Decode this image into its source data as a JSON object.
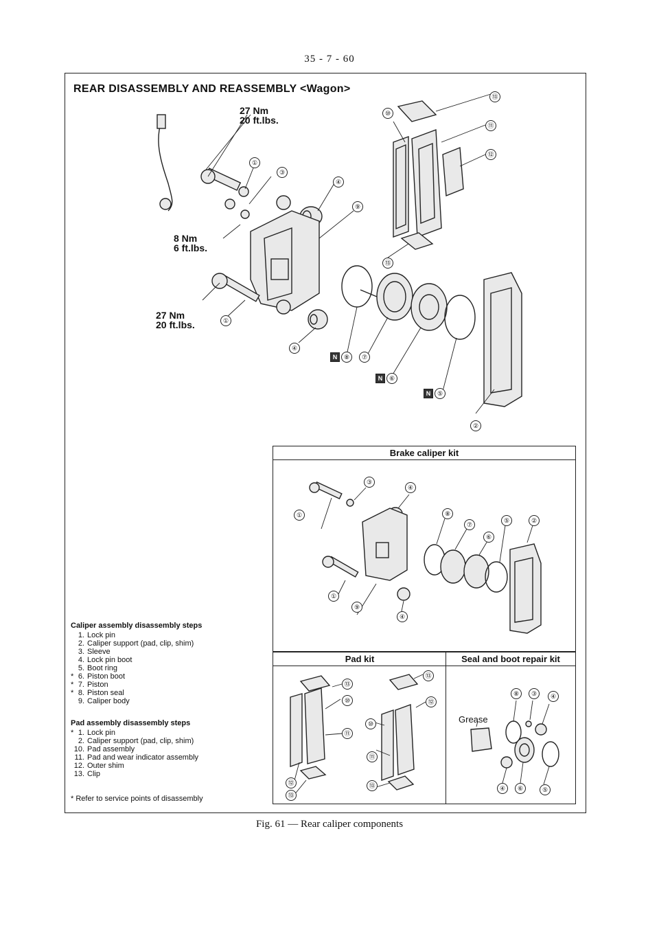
{
  "page_number": "35 - 7 - 60",
  "heading": {
    "title": "REAR DISASSEMBLY AND REASSEMBLY",
    "variant": "<Wagon>"
  },
  "torque_labels": [
    {
      "nm": "27 Nm",
      "ftlbs": "20 ft.lbs."
    },
    {
      "nm": "8 Nm",
      "ftlbs": "6 ft.lbs."
    },
    {
      "nm": "27 Nm",
      "ftlbs": "20 ft.lbs."
    }
  ],
  "callouts": [
    "①",
    "②",
    "③",
    "④",
    "⑤",
    "⑥",
    "⑦",
    "⑧",
    "⑨",
    "⑩",
    "⑪",
    "⑫",
    "⑬"
  ],
  "n_mark": "N",
  "kits": {
    "brake_caliper_kit": "Brake caliper kit",
    "pad_kit": "Pad kit",
    "seal_boot_kit": "Seal and boot repair kit",
    "grease_label": "Grease"
  },
  "caliper_steps": {
    "title": "Caliper assembly disassembly steps",
    "items": [
      {
        "star": "",
        "num": "1.",
        "text": "Lock pin"
      },
      {
        "star": "",
        "num": "2.",
        "text": "Caliper support (pad, clip, shim)"
      },
      {
        "star": "",
        "num": "3.",
        "text": "Sleeve"
      },
      {
        "star": "",
        "num": "4.",
        "text": "Lock pin boot"
      },
      {
        "star": "",
        "num": "5.",
        "text": "Boot ring"
      },
      {
        "star": "*",
        "num": "6.",
        "text": "Piston boot"
      },
      {
        "star": "*",
        "num": "7.",
        "text": "Piston"
      },
      {
        "star": "*",
        "num": "8.",
        "text": "Piston seal"
      },
      {
        "star": "",
        "num": "9.",
        "text": "Caliper body"
      }
    ]
  },
  "pad_steps": {
    "title": "Pad assembly disassembly steps",
    "items": [
      {
        "star": "*",
        "num": "1.",
        "text": "Lock pin"
      },
      {
        "star": "",
        "num": "2.",
        "text": "Caliper support (pad, clip, shim)"
      },
      {
        "star": "",
        "num": "10.",
        "text": "Pad assembly"
      },
      {
        "star": "",
        "num": "11.",
        "text": "Pad and wear indicator assembly"
      },
      {
        "star": "",
        "num": "12.",
        "text": "Outer shim"
      },
      {
        "star": "",
        "num": "13.",
        "text": "Clip"
      }
    ]
  },
  "footnote": "* Refer to service points of disassembly",
  "caption": "Fig. 61 — Rear caliper components"
}
